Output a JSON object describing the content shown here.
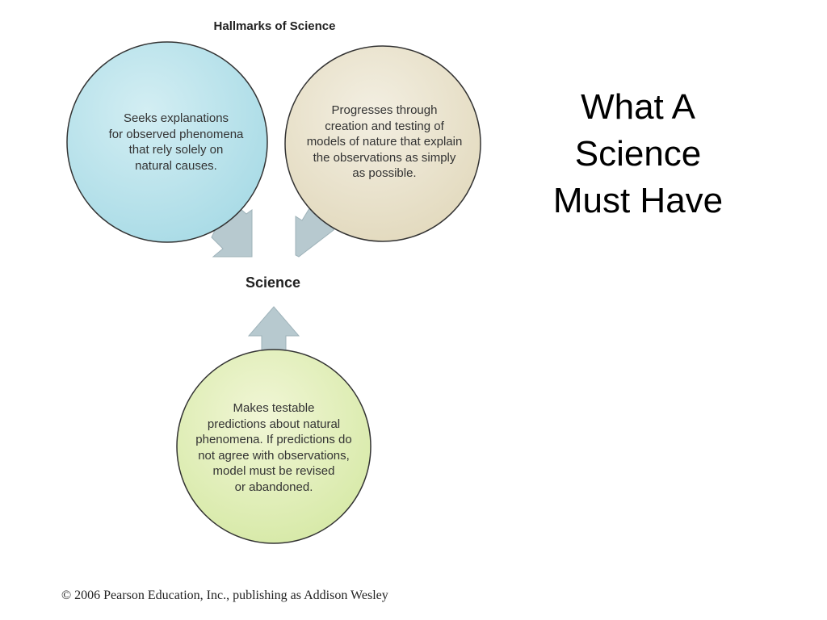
{
  "diagram": {
    "title": "Hallmarks of Science",
    "center_label": "Science",
    "circles": [
      {
        "id": "left",
        "text": "Seeks explanations\nfor observed phenomena\nthat rely solely on\nnatural causes.",
        "color_center": "#d3eef3",
        "color_edge": "#a9dbe6"
      },
      {
        "id": "right",
        "text": "Progresses through\ncreation and testing of\nmodels of nature that explain\nthe observations as simply\nas possible.",
        "color_center": "#f3efe2",
        "color_edge": "#e2d9bd"
      },
      {
        "id": "bottom",
        "text": "Makes testable\npredictions about natural\nphenomena. If predictions do\nnot agree with observations,\nmodel must be revised\nor abandoned.",
        "color_center": "#f1f6d6",
        "color_edge": "#d6e9a6"
      }
    ],
    "arrow_color": "#b7c9cf",
    "outline_color": "#333333"
  },
  "slide": {
    "heading_lines": [
      "What A",
      "Science",
      "Must Have"
    ]
  },
  "footer": {
    "credit": "© 2006 Pearson Education, Inc., publishing as Addison Wesley"
  }
}
